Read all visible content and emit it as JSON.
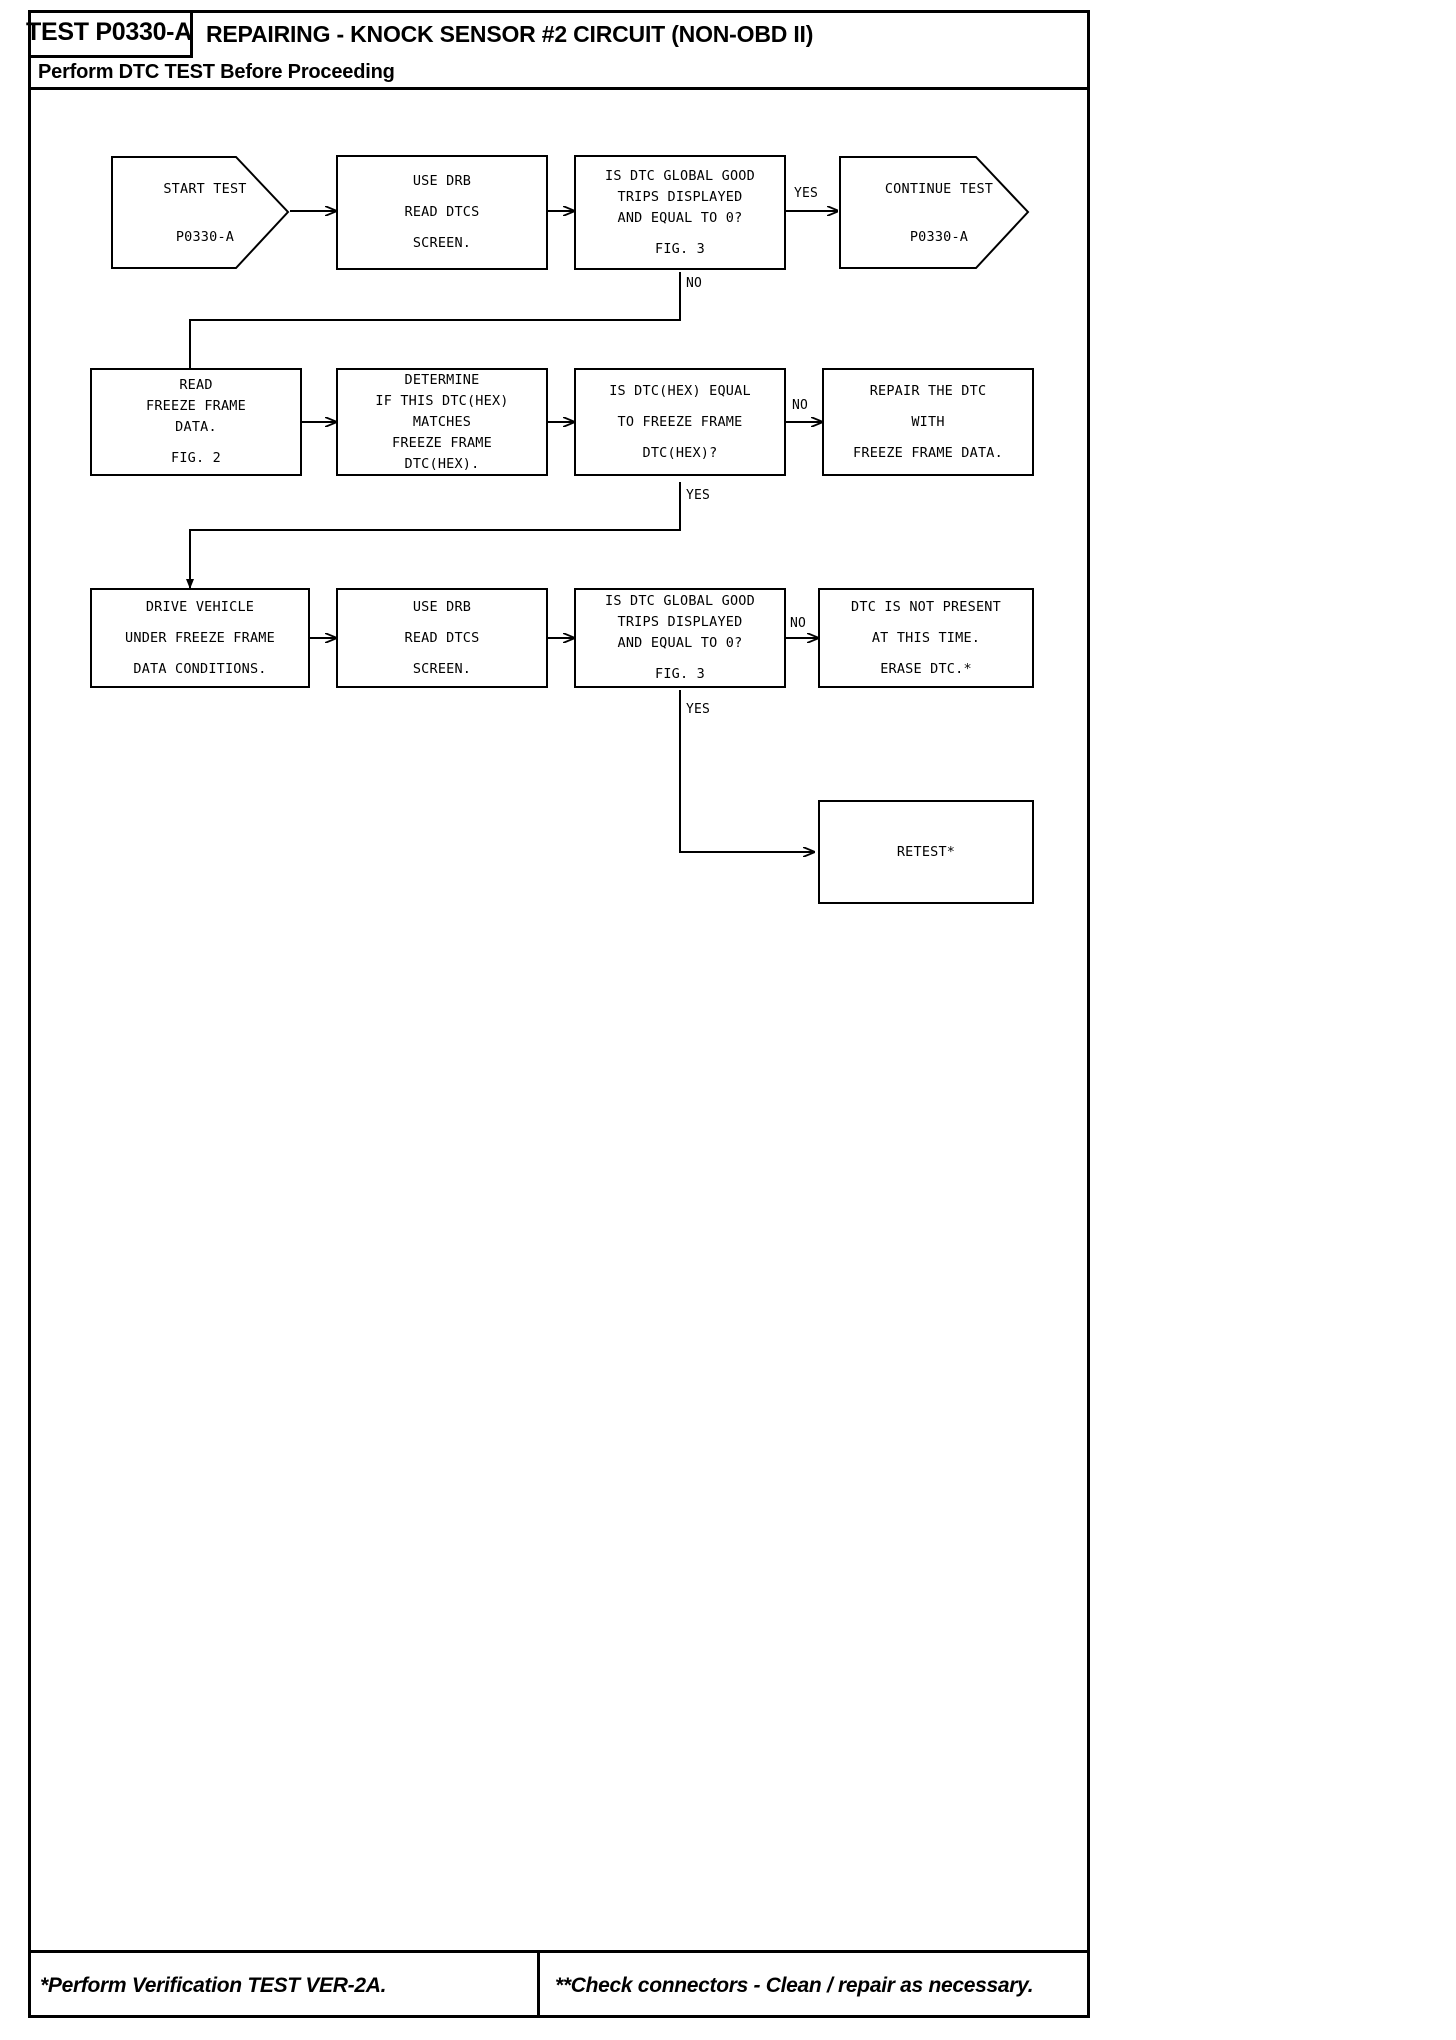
{
  "header": {
    "test_id": "TEST P0330-A",
    "title": "REPAIRING - KNOCK SENSOR #2 CIRCUIT (NON-OBD II)",
    "subtitle": "Perform DTC TEST Before Proceeding"
  },
  "footer": {
    "left_note": "*Perform Verification TEST VER-2A.",
    "right_note": "**Check connectors - Clean / repair as necessary."
  },
  "flow": {
    "nodes": [
      {
        "id": "start-test",
        "shape": "arrow",
        "lines": [
          "START TEST",
          "",
          "P0330-A"
        ]
      },
      {
        "id": "use-drb-read-dtcs-1",
        "shape": "box",
        "lines": [
          "USE DRB",
          "",
          "READ DTCS",
          "",
          "SCREEN."
        ]
      },
      {
        "id": "is-dtc-global-good-trips-1",
        "shape": "box",
        "lines": [
          "IS DTC GLOBAL GOOD",
          "TRIPS DISPLAYED",
          "AND EQUAL TO 0?",
          "",
          "FIG. 3"
        ]
      },
      {
        "id": "continue-test",
        "shape": "arrow",
        "lines": [
          "CONTINUE TEST",
          "",
          "P0330-A"
        ]
      },
      {
        "id": "read-freeze-frame-data",
        "shape": "box",
        "lines": [
          "READ",
          "FREEZE FRAME",
          "DATA.",
          "",
          "FIG. 2"
        ]
      },
      {
        "id": "determine-if-dtc-matches",
        "shape": "box",
        "lines": [
          "DETERMINE",
          "IF THIS DTC(HEX)",
          "MATCHES",
          "FREEZE FRAME",
          "DTC(HEX)."
        ]
      },
      {
        "id": "is-dtc-hex-equal",
        "shape": "box",
        "lines": [
          "IS DTC(HEX) EQUAL",
          "",
          "TO FREEZE FRAME",
          "",
          "DTC(HEX)?"
        ]
      },
      {
        "id": "repair-the-dtc",
        "shape": "box",
        "lines": [
          "REPAIR THE DTC",
          "",
          "WITH",
          "",
          "FREEZE FRAME DATA."
        ]
      },
      {
        "id": "drive-vehicle",
        "shape": "box",
        "lines": [
          "DRIVE VEHICLE",
          "",
          "UNDER FREEZE FRAME",
          "",
          "DATA CONDITIONS."
        ]
      },
      {
        "id": "use-drb-read-dtcs-2",
        "shape": "box",
        "lines": [
          "USE DRB",
          "",
          "READ DTCS",
          "",
          "SCREEN."
        ]
      },
      {
        "id": "is-dtc-global-good-trips-2",
        "shape": "box",
        "lines": [
          "IS DTC GLOBAL GOOD",
          "TRIPS DISPLAYED",
          "AND EQUAL TO 0?",
          "",
          "FIG. 3"
        ]
      },
      {
        "id": "dtc-not-present",
        "shape": "box",
        "lines": [
          "DTC IS NOT PRESENT",
          "",
          "AT THIS TIME.",
          "",
          "ERASE DTC.*"
        ]
      },
      {
        "id": "retest",
        "shape": "box",
        "lines": [
          "RETEST*"
        ]
      }
    ],
    "edge_labels": [
      {
        "id": "yes-1",
        "text": "YES"
      },
      {
        "id": "no-1",
        "text": "NO"
      },
      {
        "id": "no-2",
        "text": "NO"
      },
      {
        "id": "yes-2",
        "text": "YES"
      },
      {
        "id": "no-3",
        "text": "NO"
      },
      {
        "id": "yes-3",
        "text": "YES"
      }
    ]
  },
  "colors": {
    "ink": "#000000",
    "paper": "#ffffff"
  }
}
